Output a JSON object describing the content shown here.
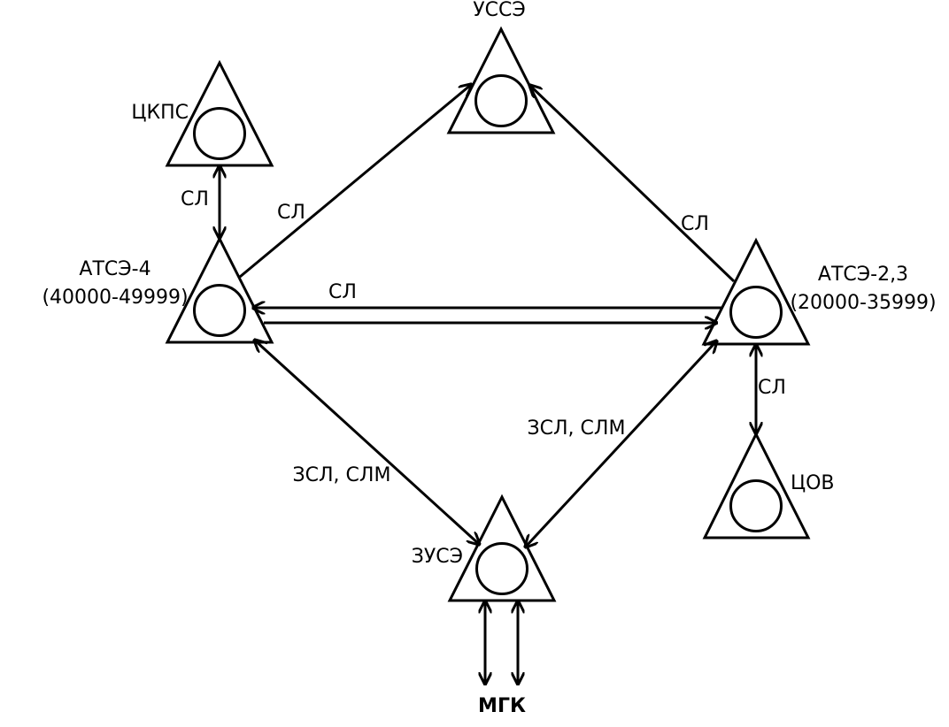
{
  "diagram": {
    "nodes": [
      {
        "id": "ussa",
        "label": "УССЭ"
      },
      {
        "id": "ckps",
        "label": "ЦКПС"
      },
      {
        "id": "atse4",
        "label": "АТСЭ-4",
        "range": "(40000-49999)"
      },
      {
        "id": "atse23",
        "label": "АТСЭ-2,3",
        "range": "(20000-35999)"
      },
      {
        "id": "cov",
        "label": "ЦОВ"
      },
      {
        "id": "zuse",
        "label": "ЗУСЭ"
      }
    ],
    "external": {
      "label": "МГК"
    },
    "links": [
      {
        "id": "ckps-atse4",
        "label": "СЛ"
      },
      {
        "id": "atse4-ussa",
        "label": "СЛ"
      },
      {
        "id": "atse23-ussa",
        "label": "СЛ"
      },
      {
        "id": "atse4-atse23",
        "label": "СЛ"
      },
      {
        "id": "atse23-cov",
        "label": "СЛ"
      },
      {
        "id": "atse4-zuse",
        "label": "ЗСЛ, СЛМ"
      },
      {
        "id": "atse23-zuse",
        "label": "ЗСЛ, СЛМ"
      }
    ],
    "colors": {
      "stroke": "#000000",
      "background": "#ffffff"
    }
  }
}
